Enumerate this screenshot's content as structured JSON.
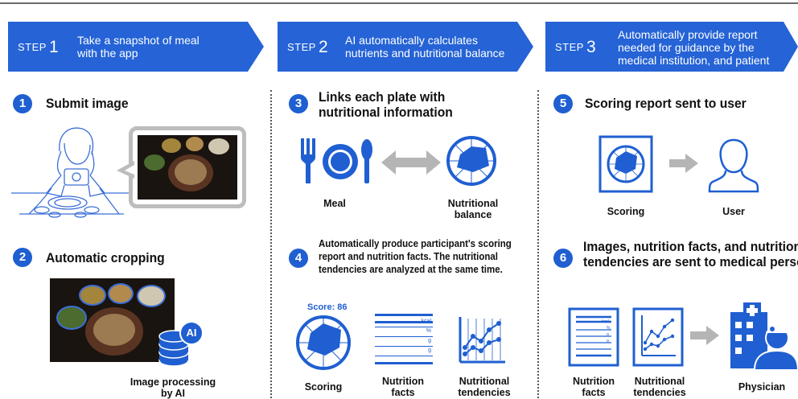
{
  "steps": [
    {
      "tag": "STEP",
      "number": "1",
      "text": [
        "Take a snapshot of meal",
        "with the app"
      ]
    },
    {
      "tag": "STEP",
      "number": "2",
      "text": [
        "AI automatically calculates",
        "nutrients and nutritional balance"
      ]
    },
    {
      "tag": "STEP",
      "number": "3",
      "text": [
        "Automatically provide report",
        "needed for guidance by the",
        "medical institution, and patient"
      ]
    }
  ],
  "col1": {
    "item1": {
      "number": "1",
      "title": "Submit image"
    },
    "item2": {
      "number": "2",
      "title": "Automatic cropping"
    },
    "ai_badge": "AI",
    "image_processing": [
      "Image processing",
      "by AI"
    ]
  },
  "col2": {
    "item3": {
      "number": "3",
      "title": [
        "Links each plate with",
        "nutritional information"
      ]
    },
    "meal_label": "Meal",
    "balance_label": [
      "Nutritional",
      "balance"
    ],
    "item4": {
      "number": "4",
      "text": [
        "Automatically produce participant's scoring",
        "report and nutrition facts. The nutritional",
        "tendencies are analyzed at the same time."
      ]
    },
    "score": "Score: 86",
    "facts_table": [
      "kcal",
      "%",
      "g",
      "g"
    ],
    "scoring_label": "Scoring",
    "facts_label": [
      "Nutrition",
      "facts"
    ],
    "tendencies_label": [
      "Nutritional",
      "tendencies"
    ]
  },
  "col3": {
    "item5": {
      "number": "5",
      "title": "Scoring report sent to user"
    },
    "scoring_label": "Scoring",
    "user_label": "User",
    "item6": {
      "number": "6",
      "title": [
        "Images, nutrition facts, and nutritional",
        "tendencies are sent to medical personnel"
      ]
    },
    "facts_table": [
      "kcal",
      "%",
      "g",
      "g"
    ],
    "facts_label": [
      "Nutrition",
      "facts"
    ],
    "tendencies_label": [
      "Nutritional",
      "tendencies"
    ],
    "physician_label": "Physician"
  },
  "colors": {
    "accent": "#1f5fd1",
    "banner": "#2563d6",
    "arrow_gray": "#b5b5b5"
  }
}
